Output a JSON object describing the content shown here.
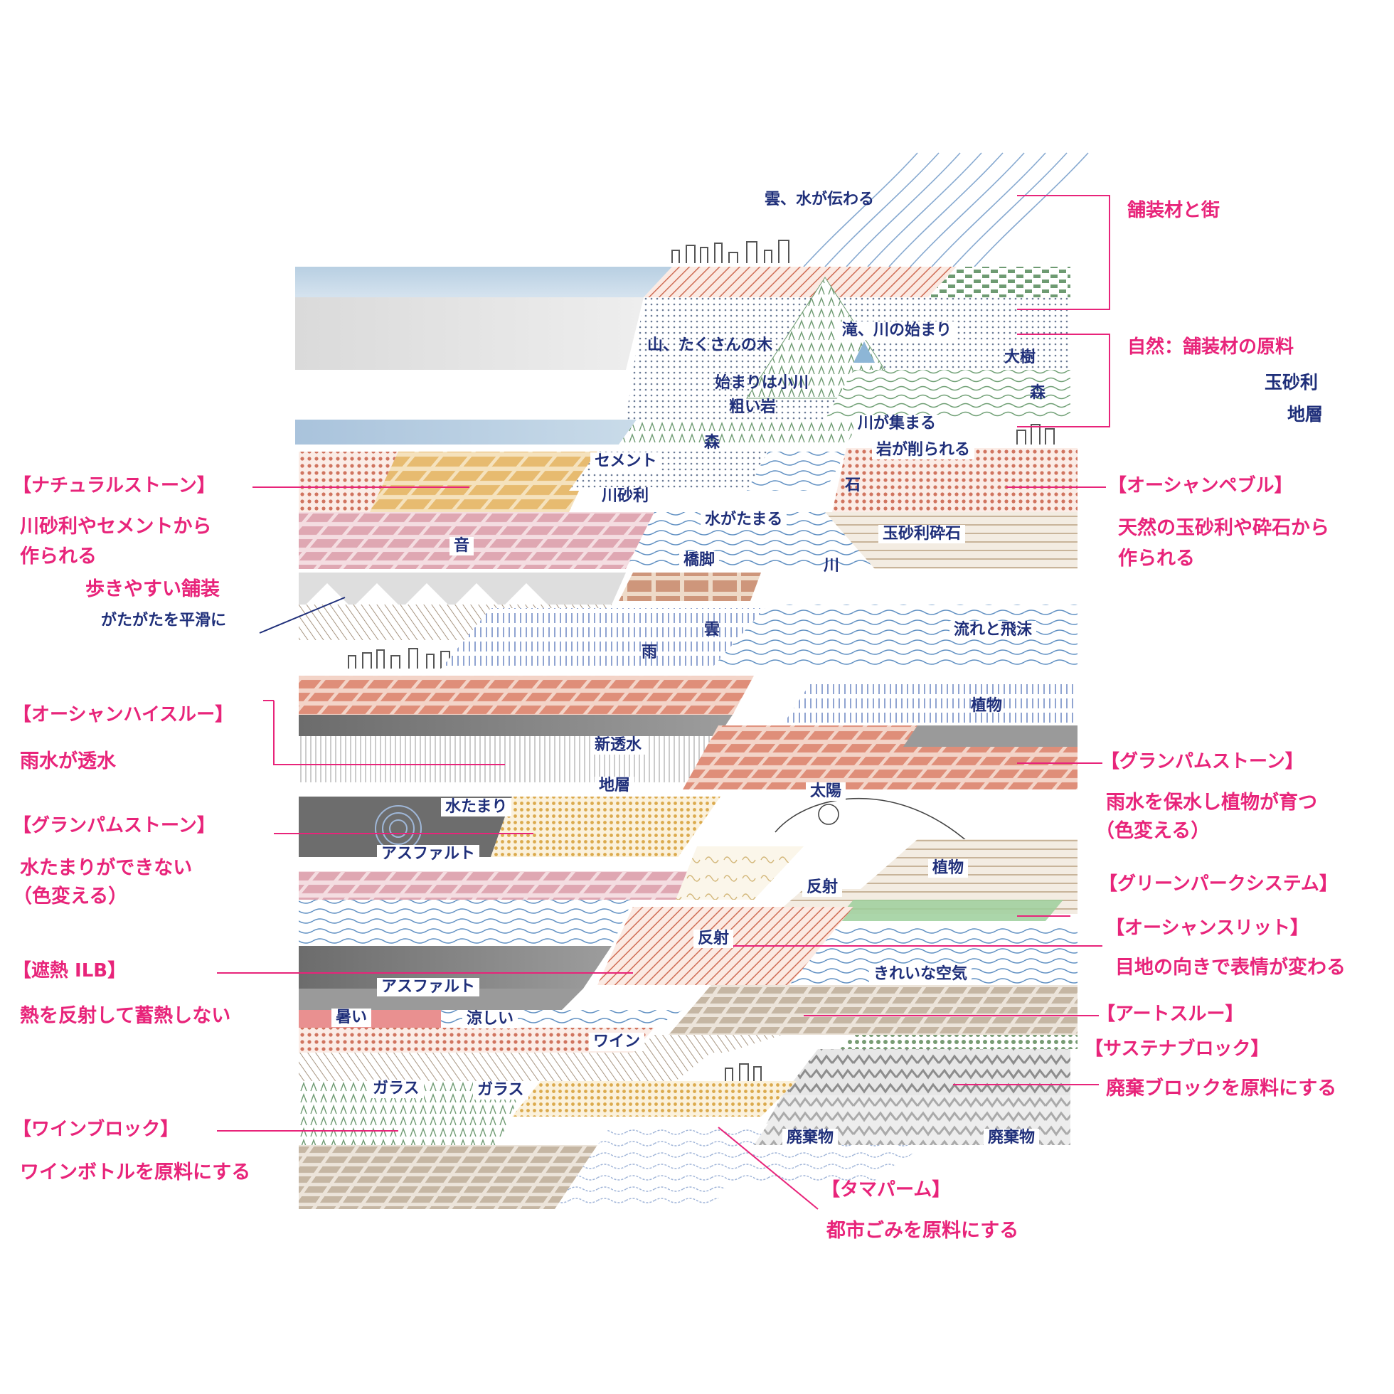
{
  "colors": {
    "accent_pink": "#e8247a",
    "label_navy": "#1f2f7a",
    "sky_blue": "#b9d0e3",
    "terracotta": "#d8775f",
    "ochre": "#e3b25c",
    "rose": "#d99aa6",
    "gray": "#8c8c8c",
    "green": "#8bbd8b",
    "water_blue": "#6f9fc9"
  },
  "scene_labels": {
    "kumo_mizu": "雲、水が伝わる",
    "taki": "滝、川の始まり",
    "yama": "山、たくさんの木",
    "taiju": "大樹",
    "hajimari": "始まりは小川",
    "arai_iwa": "粗い岩",
    "mori_1": "森",
    "kawa_atsumaru": "川が集まる",
    "iwa_kezurareru": "岩が削られる",
    "mori_2": "森",
    "cement": "セメント",
    "ishi": "石",
    "kawajari": "川砂利",
    "mizu_tamaru": "水がたまる",
    "tamajari": "玉砂利砕石",
    "oto": "音",
    "kyakyaku": "橋脚",
    "kawa": "川",
    "kumo": "雲",
    "nagare": "流れと飛沫",
    "ame": "雨",
    "shokubutsu_1": "植物",
    "shintousui": "新透水",
    "chisou": "地層",
    "taiyou": "太陽",
    "mizutamari": "水たまり",
    "asphalt_1": "アスファルト",
    "shokubutsu_2": "植物",
    "hansha_1": "反射",
    "hansha_2": "反射",
    "kirei": "きれいな空気",
    "asphalt_2": "アスファルト",
    "atsui": "暑い",
    "suzushii": "涼しい",
    "wine": "ワイン",
    "glass_1": "ガラス",
    "glass_2": "ガラス",
    "haikibutsu_1": "廃棄物",
    "haikibutsu_2": "廃棄物"
  },
  "annotations": {
    "hosouzai": "舗装材と街",
    "shizen": "自然：舗装材の原料",
    "tamajari": "玉砂利",
    "chisou": "地層",
    "natural_stone_title": "【ナチュラルストーン】",
    "natural_stone_desc1": "川砂利やセメントから",
    "natural_stone_desc2": "作られる",
    "arukiyasui": "歩きやすい舗装",
    "gatagata": "がたがたを平滑に",
    "ocean_pebble_title": "【オーシャンペブル】",
    "ocean_pebble_desc1": "天然の玉砂利や砕石から",
    "ocean_pebble_desc2": "作られる",
    "ocean_high_title": "【オーシャンハイスルー】",
    "ocean_high_desc": "雨水が透水",
    "granpam_r_title": "【グランパムストーン】",
    "granpam_r_desc1": "雨水を保水し植物が育つ",
    "granpam_r_desc2": "（色変える）",
    "granpam_l_title": "【グランパムストーン】",
    "granpam_l_desc1": "水たまりができない",
    "granpam_l_desc2": "（色変える）",
    "green_park_title": "【グリーンパークシステム】",
    "ocean_slit_title": "【オーシャンスリット】",
    "ocean_slit_desc": "目地の向きで表情が変わる",
    "ilb_title": "【遮熱 ILB】",
    "ilb_desc": "熱を反射して蓄熱しない",
    "art_through_title": "【アートスルー】",
    "sustena_title": "【サステナブロック】",
    "sustena_desc": "廃棄ブロックを原料にする",
    "wine_block_title": "【ワインブロック】",
    "wine_block_desc": "ワインボトルを原料にする",
    "tamapalm_title": "【タマパーム】",
    "tamapalm_desc": "都市ごみを原料にする"
  }
}
